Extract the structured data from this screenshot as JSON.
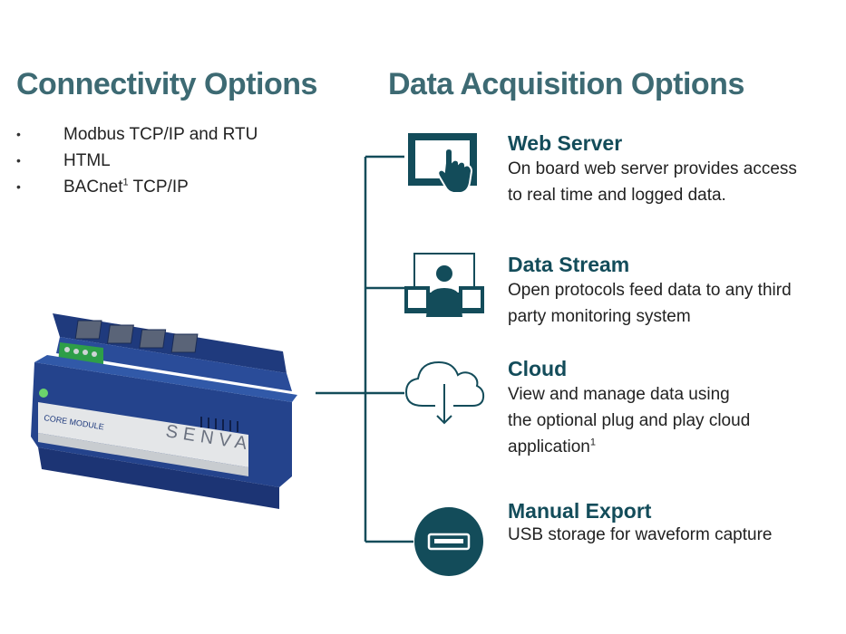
{
  "colors": {
    "heading": "#3d6a73",
    "option_title": "#134c5a",
    "icon": "#134c5a",
    "text": "#222222",
    "device_blue": "#23408a",
    "terminal_green": "#2e9e48"
  },
  "connectivity": {
    "title": "Connectivity Options",
    "bullet_glyph": "•",
    "items": [
      {
        "text": "Modbus TCP/IP and RTU"
      },
      {
        "text": "HTML"
      },
      {
        "text": "BACnet",
        "sup": "1",
        "suffix": " TCP/IP"
      }
    ]
  },
  "acquisition": {
    "title": "Data Acquisition Options",
    "options": [
      {
        "icon": "tablet-touch-icon",
        "title": "Web Server",
        "desc": [
          "On board web server provides access",
          "to real time and logged data."
        ]
      },
      {
        "icon": "monitor-user-icon",
        "title": "Data Stream",
        "desc": [
          "Open protocols feed data to any third",
          "party monitoring system"
        ]
      },
      {
        "icon": "cloud-download-icon",
        "title": "Cloud",
        "desc": [
          "View and manage data using",
          "the optional plug and play cloud",
          "application"
        ],
        "sup": "1"
      },
      {
        "icon": "usb-icon",
        "title": "Manual Export",
        "desc": [
          "USB storage for waveform capture"
        ]
      }
    ]
  },
  "device": {
    "label": "CORE MODULE",
    "brand": "SENVA"
  }
}
